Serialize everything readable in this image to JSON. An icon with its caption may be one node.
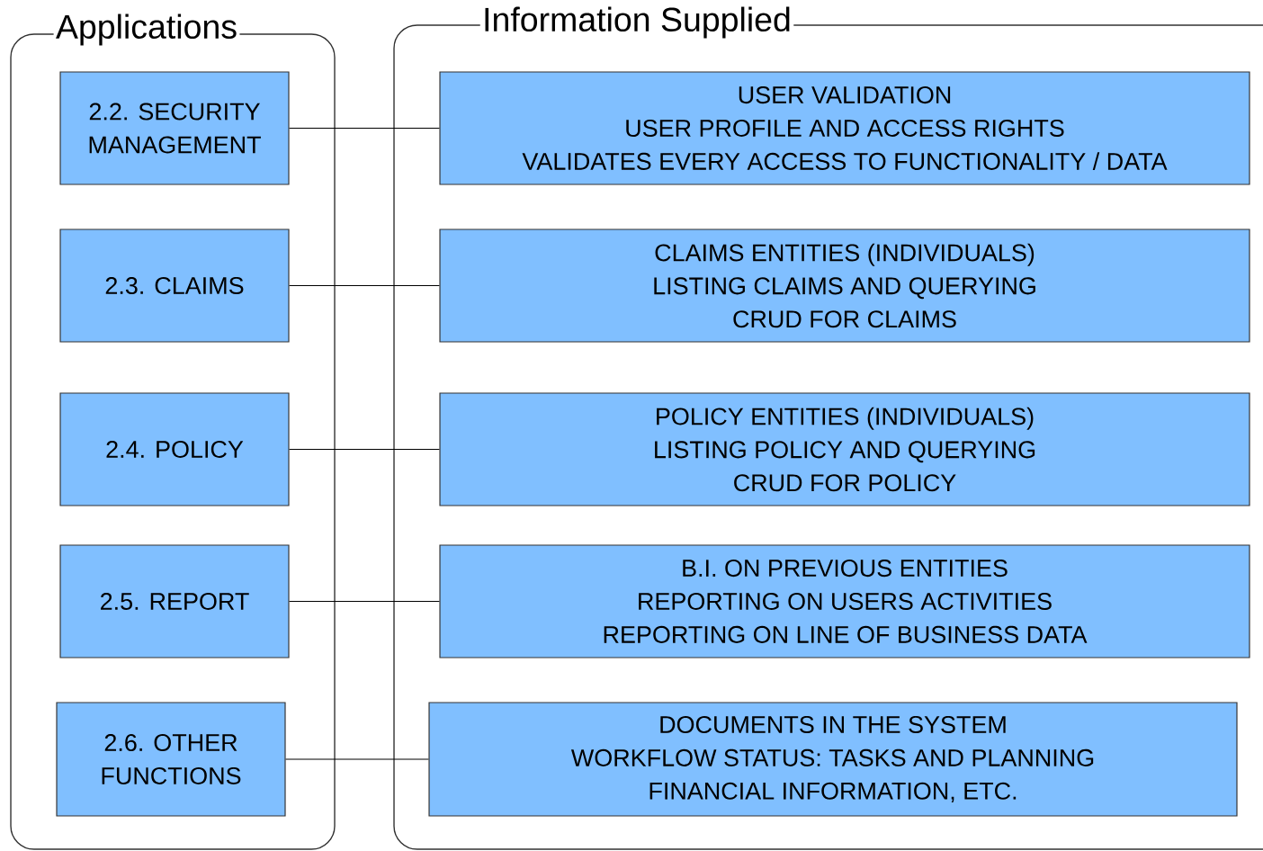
{
  "diagram": {
    "nodes": [
      {
        "text": [
          "Applications"
        ]
      },
      {
        "text": [
          "2.2. SECURITY MANAGEMENT"
        ],
        "in": 0
      },
      {
        "text": [
          "2.3. CLAIMS"
        ],
        "in": 0
      },
      {
        "text": [
          "2.4. POLICY"
        ],
        "in": 0
      },
      {
        "text": [
          "2.5. REPORT"
        ],
        "in": 0
      },
      {
        "text": [
          "2.6. OTHER FUNCTIONS"
        ],
        "in": 0
      },
      {
        "text": [
          "Information Supplied"
        ]
      },
      {
        "text": [
          "USER VALIDATION",
          "USER PROFILE AND ACCESS RIGHTS",
          "VALIDATES EVERY ACCESS TO FUNCTIONALITY / DATA"
        ],
        "in": 6
      },
      {
        "text": [
          "CLAIMS ENTITIES (INDIVIDUALS)",
          "LISTING CLAIMS AND QUERYING",
          "CRUD FOR CLAIMS"
        ],
        "in": 6
      },
      {
        "text": [
          "POLICY ENTITIES (INDIVIDUALS)",
          "LISTING POLICY AND QUERYING",
          "CRUD FOR POLICY"
        ],
        "in": 6
      },
      {
        "text": [
          "B.I. ON PREVIOUS ENTITIES",
          "REPORTING ON USERS ACTIVITIES",
          "REPORTING ON LINE OF BUSINESS DATA"
        ],
        "in": 6
      },
      {
        "text": [
          "DOCUMENTS IN THE SYSTEM",
          "WORKFLOW STATUS: TASKS AND PLANNING",
          "FINANCIAL INFORMATION, ETC."
        ],
        "in": 6
      }
    ],
    "edges": [
      {
        "from": 1,
        "to": 7,
        "arrow": "none"
      },
      {
        "from": 2,
        "to": 8,
        "arrow": "none"
      },
      {
        "from": 3,
        "to": 9,
        "arrow": "none"
      },
      {
        "from": 4,
        "to": 10,
        "arrow": "none"
      },
      {
        "from": 5,
        "to": 11,
        "arrow": "none"
      }
    ]
  }
}
